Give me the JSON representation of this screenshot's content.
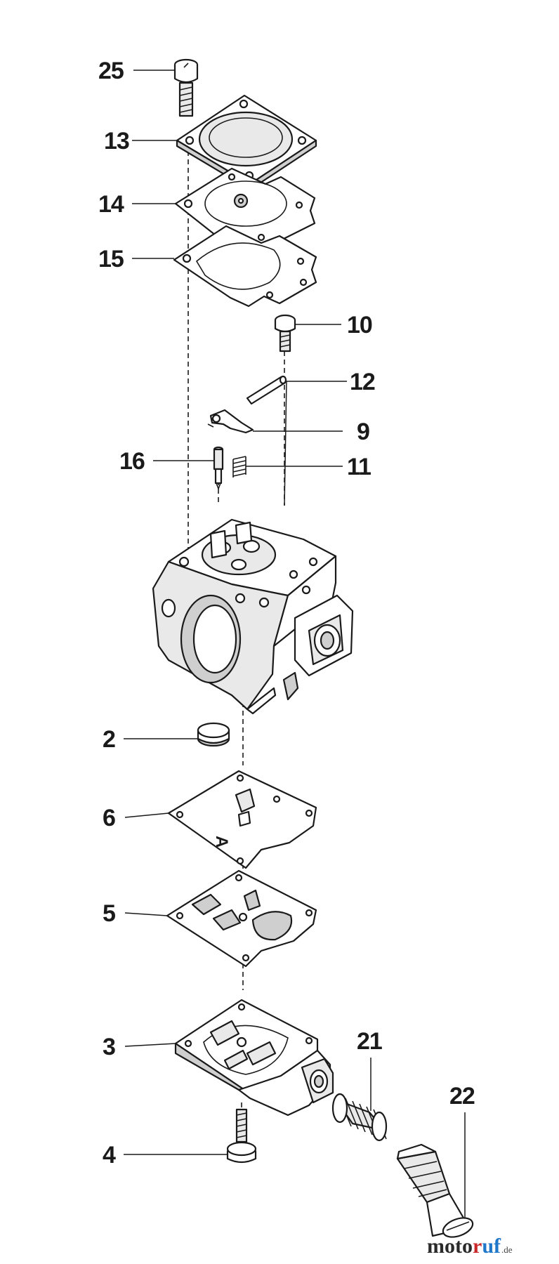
{
  "callouts": {
    "c25": "25",
    "c13": "13",
    "c14": "14",
    "c15": "15",
    "c10": "10",
    "c12": "12",
    "c9": "9",
    "c16": "16",
    "c11": "11",
    "c2": "2",
    "c6": "6",
    "c5": "5",
    "c3": "3",
    "c21": "21",
    "c22": "22",
    "c4": "4"
  },
  "diaphragm_marking": "A",
  "brand": {
    "part1": "moto",
    "part2": "r",
    "part3": "uf",
    "suffix": ".de"
  }
}
